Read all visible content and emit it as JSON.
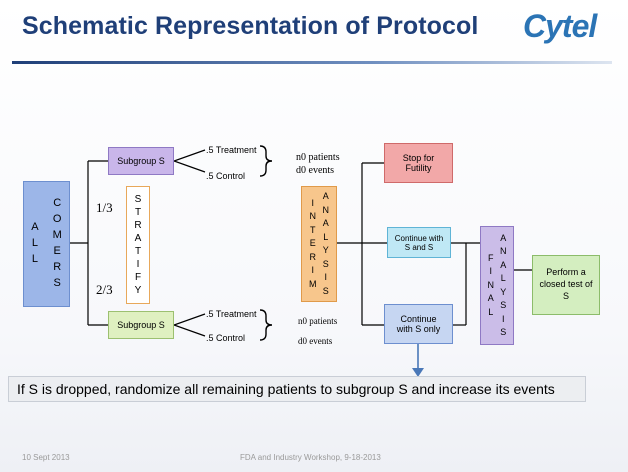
{
  "header": {
    "title": "Schematic Representation of Protocol",
    "logo": "Cytel"
  },
  "diagram": {
    "all_comers": [
      "A L L",
      "C O M E R S"
    ],
    "fraction_top": "1/3",
    "fraction_bottom": "2/3",
    "stratify": [
      "S",
      "T",
      "R",
      "A",
      "T",
      "I",
      "F",
      "Y"
    ],
    "subgroup_top": "Subgroup S",
    "subgroup_bottom": "Subgroup S",
    "top_treatment": ".5 Treatment",
    "top_control": ".5 Control",
    "bottom_treatment": ".5 Treatment",
    "bottom_control": ".5 Control",
    "top_patients": "n0 patients",
    "top_events": "d0 events",
    "bottom_patients": "n0 patients",
    "bottom_events": "d0 events",
    "interim": [
      "I N T E R I M",
      "A N A L Y S I S"
    ],
    "stop": "Stop for Futility",
    "continue_both": "Continue with S and S",
    "continue_only": "Continue with S only",
    "final": [
      "F I N A L",
      "A N A L Y S I S"
    ],
    "closed_test": "Perform a closed test of S"
  },
  "note": "If  S  is dropped, randomize all remaining patients to subgroup  S and increase its events",
  "footer": {
    "date": "10 Sept 2013",
    "event": "FDA and Industry Workshop, 9-18-2013"
  },
  "colors": {
    "title": "#1f3f78",
    "logo": "#2b74b5",
    "all_comers_fill": "#9cb6e8",
    "subgroup_top_fill": "#c9b6ea",
    "subgroup_bottom_fill": "#dff0c0",
    "interim_fill": "#f7c68c",
    "stop_fill": "#f2a8a8",
    "continue_both_fill": "#bfe8f5",
    "continue_only_fill": "#c6d6f2",
    "final_fill": "#cbbde8",
    "closed_test_fill": "#d4eec0"
  }
}
